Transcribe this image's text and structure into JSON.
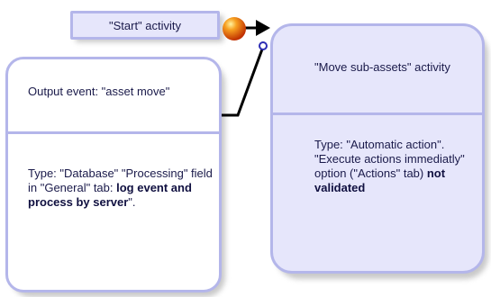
{
  "start_activity": {
    "label": "\"Start\" activity"
  },
  "left_box": {
    "top_text": "Output event: \"asset move\"",
    "bottom_text_1": "Type: \"Database\" \"Processing\" field in \"General\" tab: ",
    "bottom_bold_1": "log event and process by server",
    "bottom_text_2": "\"."
  },
  "right_box": {
    "top_text": "\"Move sub-assets\" activity",
    "bottom_text_1": "Type: \"Automatic action\". \"Execute actions immediatly\" option (\"Actions\" tab) ",
    "bottom_bold_1": "not validated"
  },
  "colors": {
    "box_border": "#b4b6ea",
    "box_fill": "#e6e6fb",
    "connector": "#000000",
    "start_dot": "#e85a0c"
  },
  "icons": [
    "orange-start-dot-icon",
    "arrowhead-icon",
    "link-endpoint-dot-icon"
  ]
}
